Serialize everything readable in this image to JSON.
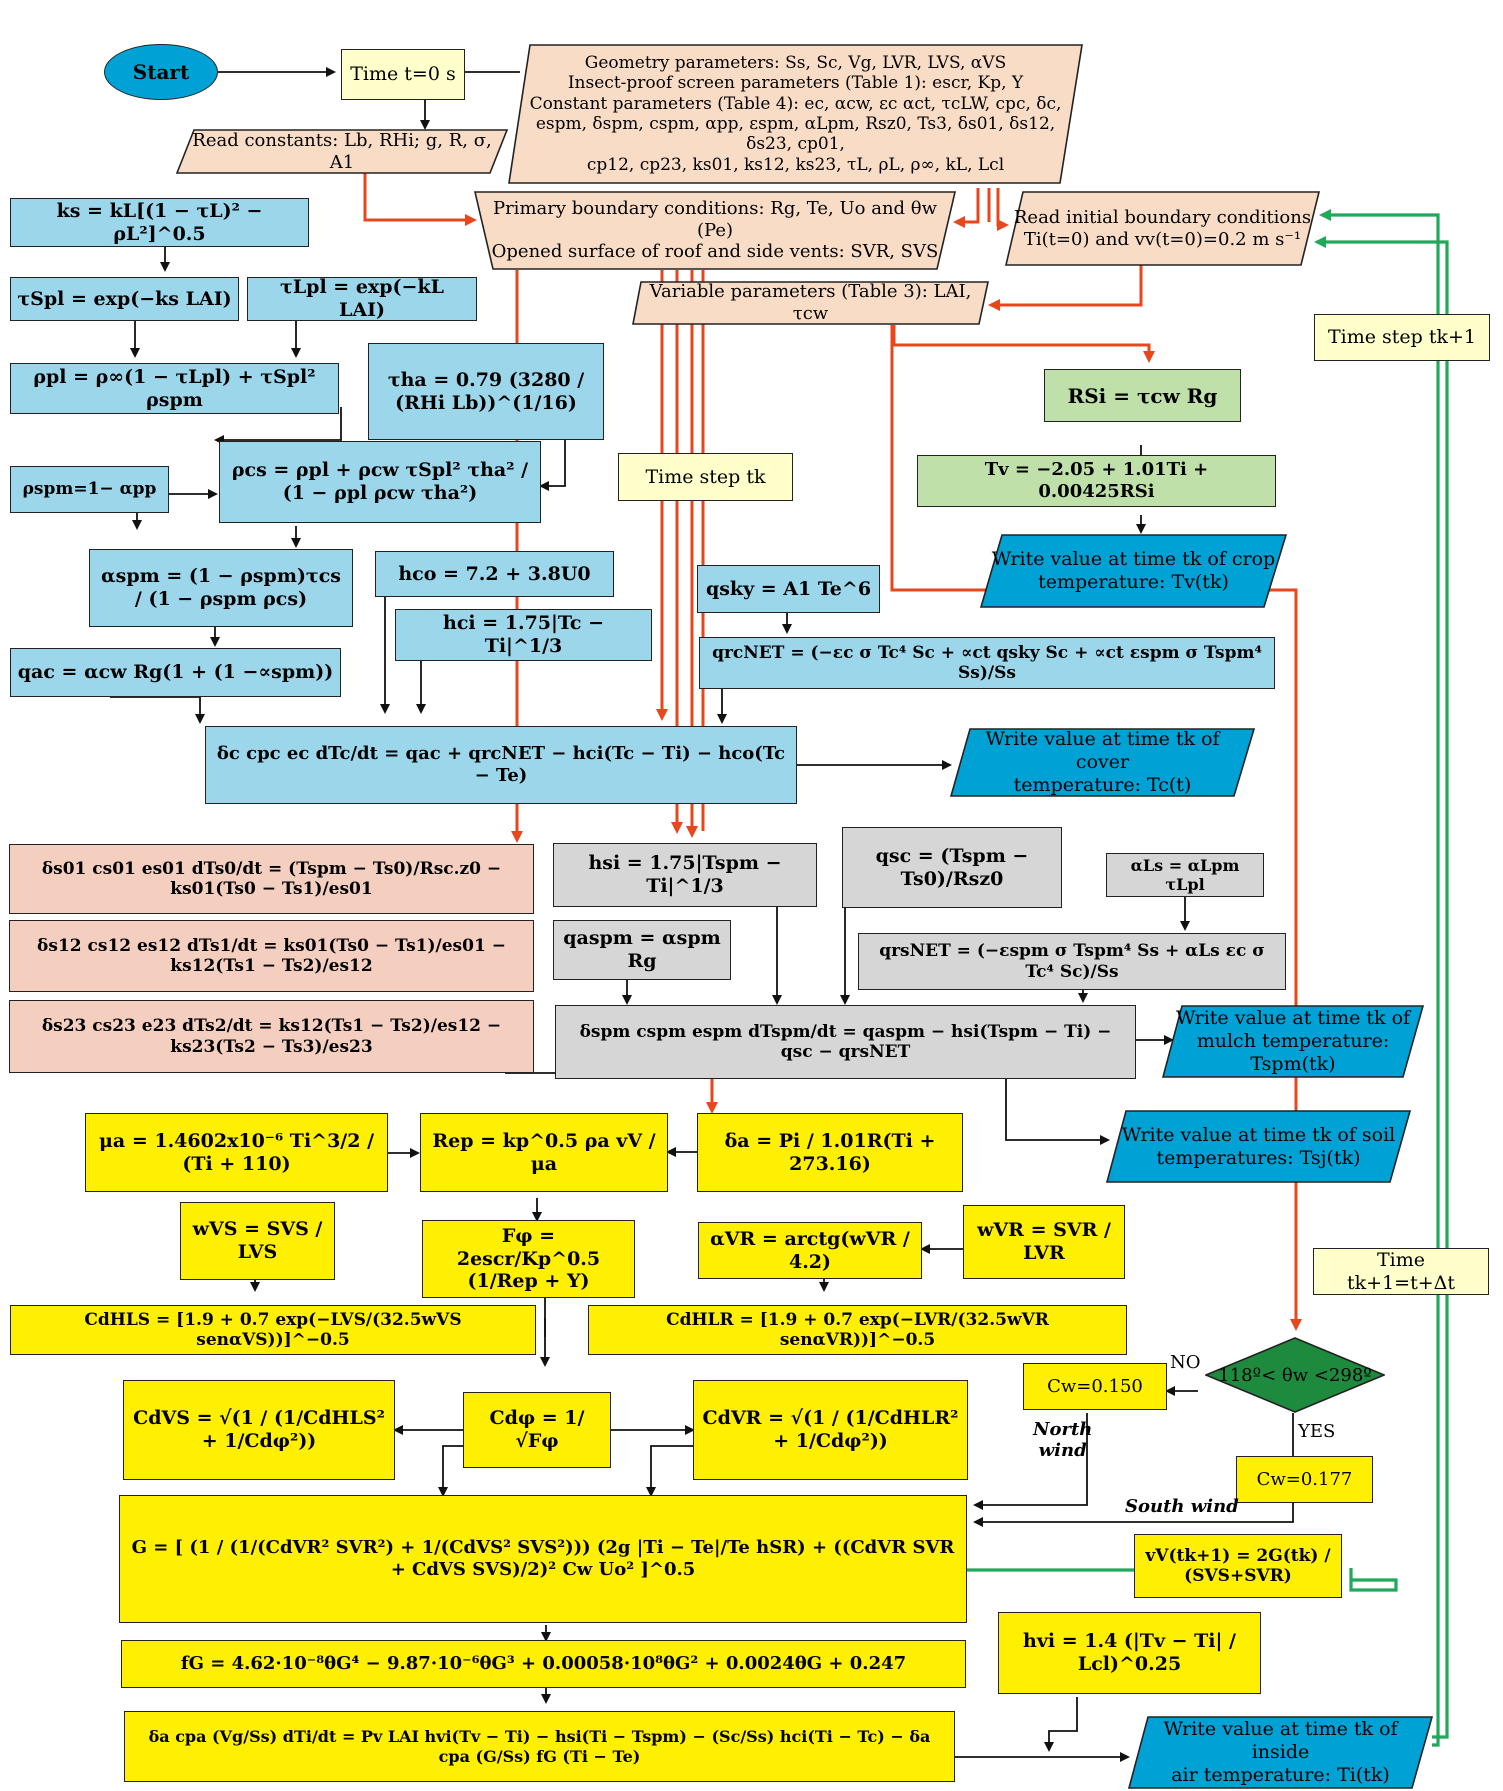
{
  "nodes": {
    "start": "Start",
    "time0": "Time t=0 s",
    "read_constants": "Read constants: Lb, RHi; g, R, σ, A1",
    "geometry": "Geometry parameters: Ss, Sc, Vg, LVR, LVS, αVS\nInsect-proof screen parameters (Table 1): escr, Kp, Y\nConstant parameters (Table 4): ec, αcw, εc αct, τcLW, cpc, δc,\nespm, δspm, cspm, αpp, εspm, αLpm, Rsz0, Ts3, δs01, δs12, δs23, cp01,\ncp12, cp23, ks01, ks12, ks23, τL, ρL, ρ∞, kL, Lcl",
    "primary_bc": "Primary boundary conditions: Rg, Te, Uo and θw (Pe)\nOpened surface of roof and side vents: SVR, SVS",
    "read_initial": "Read initial boundary conditions\nTi(t=0) and vv(t=0)=0.2 m s⁻¹",
    "variable_params": "Variable parameters (Table 3): LAI, τcw",
    "time_step_k1": "Time step tk+1",
    "ks": "ks = kL[(1 − τL)² − ρL²]^0.5",
    "tau_spl": "τSpl = exp(−ks LAI)",
    "tau_lpl": "τLpl = exp(−kL LAI)",
    "rho_pl": "ρpl = ρ∞(1 − τLpl) + τSpl² ρspm",
    "tau_ha": "τha = 0.79 (3280 / (RHi Lb))^(1/16)",
    "rho_spm": "ρspm=1− αpp",
    "rho_cs": "ρcs = ρpl + ρcw τSpl² τha² / (1 − ρpl ρcw τha²)",
    "time_step_k": "Time step tk",
    "r_si": "RSi = τcw Rg",
    "tv": "Tv = −2.05 + 1.01Ti + 0.00425RSi",
    "write_crop": "Write value at time tk of crop\ntemperature: Tv(tk)",
    "alpha_spm": "αspm = (1 − ρspm)τcs / (1 − ρspm ρcs)",
    "h_co": "hco = 7.2 + 3.8U0",
    "h_ci": "hci = 1.75|Tc − Ti|^1/3",
    "q_sky": "qsky = A1 Te^6",
    "q_ac": "qac = αcw Rg(1 + (1 −∝spm))",
    "q_rcnet": "qrcNET = (−εc σ Tc⁴ Sc + ∝ct qsky Sc + ∝ct εspm σ Tspm⁴ Ss)/Ss",
    "cover_eq": "δc cpc ec dTc/dt = qac + qrcNET − hci(Tc − Ti) − hco(Tc − Te)",
    "write_cover": "Write value at time tk of cover\ntemperature: Tc(t)",
    "soil_0": "δs01 cs01 es01 dTs0/dt = (Tspm − Ts0)/Rsc.z0 − ks01(Ts0 − Ts1)/es01",
    "soil_1": "δs12 cs12 es12 dTs1/dt = ks01(Ts0 − Ts1)/es01 − ks12(Ts1 − Ts2)/es12",
    "soil_2": "δs23 cs23 e23 dTs2/dt = ks12(Ts1 − Ts2)/es12 − ks23(Ts2 − Ts3)/es23",
    "h_si": "hsi = 1.75|Tspm − Ti|^1/3",
    "q_sc": "qsc = (Tspm − Ts0)/Rsz0",
    "alpha_ls": "αLs = αLpm τLpl",
    "q_aspm": "qaspm = αspm Rg",
    "q_rsnet": "qrsNET = (−εspm σ Tspm⁴ Ss + αLs εc σ Tc⁴ Sc)/Ss",
    "mulch_eq": "δspm cspm espm dTspm/dt = qaspm − hsi(Tspm − Ti) − qsc − qrsNET",
    "write_mulch": "Write value at time tk of\nmulch temperature: Tspm(tk)",
    "write_soil": "Write value at time tk of soil\ntemperatures: Tsj(tk)",
    "mu_a": "μa = 1.4602x10⁻⁶ Ti^3/2 / (Ti + 110)",
    "re_p": "Rep = kp^0.5 ρa vV / μa",
    "delta_a": "δa = Pi / 1.01R(Ti + 273.16)",
    "w_vs": "wVS = SVS / LVS",
    "f_phi": "Fφ = 2escr/Kp^0.5 (1/Rep + Y)",
    "alpha_vr": "αVR = arctg(wVR / 4.2)",
    "w_vr": "wVR = SVR / LVR",
    "time_step_dt": "Time tk+1=t+Δt",
    "c_dhls": "CdHLS = [1.9 + 0.7 exp(−LVS/(32.5wVS senαVS))]^−0.5",
    "c_dhlr": "CdHLR = [1.9 + 0.7 exp(−LVR/(32.5wVR senαVR))]^−0.5",
    "decision": "118º< θw <298º",
    "no_label": "NO",
    "yes_label": "YES",
    "c_w_150": "Cw=0.150",
    "c_w_177": "Cw=0.177",
    "north_wind": "North\nwind",
    "south_wind": "South wind",
    "c_dvs": "CdVS = √(1 / (1/CdHLS² + 1/Cdφ²))",
    "c_dphi": "Cdφ = 1/√Fφ",
    "c_dvr": "CdVR = √(1 / (1/CdHLR² + 1/Cdφ²))",
    "g_eq": "G = [ (1 / (1/(CdVR² SVR²) + 1/(CdVS² SVS²))) (2g |Ti − Te|/Te hSR) + ((CdVR SVR + CdVS SVS)/2)² Cw Uo² ]^0.5",
    "v_v": "vV(tk+1) = 2G(tk) / (SVS+SVR)",
    "f_g": "fG = 4.62·10⁻⁸θG⁴ − 9.87·10⁻⁶θG³ + 0.00058·10⁸θG² + 0.0024θG + 0.247",
    "h_vi": "hvi = 1.4 (|Tv − Ti| / Lcl)^0.25",
    "air_eq": "δa cpa (Vg/Ss) dTi/dt = Pv LAI hvi(Tv − Ti) − hsi(Ti − Tspm) − (Sc/Ss) hci(Ti − Tc) − δa cpa (G/Ss) fG (Ti − Te)",
    "write_air": "Write value at time tk of inside\nair temperature: Ti(tk)"
  },
  "colors": {
    "blue_box": "#9bd6ea",
    "yellow_box": "#ffef00",
    "pale_yellow": "#ffffcc",
    "grey_box": "#d6d6d6",
    "salmon_box": "#f4cfc0",
    "peach_box": "#f9dcc6",
    "green_box": "#bfe1a9",
    "output_blue": "#00a2d6",
    "decision_green": "#1e8a3e",
    "red_flow": "#e8461c",
    "green_loop": "#22a85a",
    "highlight_text": "#e8461c",
    "table_link": "#1a8fc8"
  }
}
